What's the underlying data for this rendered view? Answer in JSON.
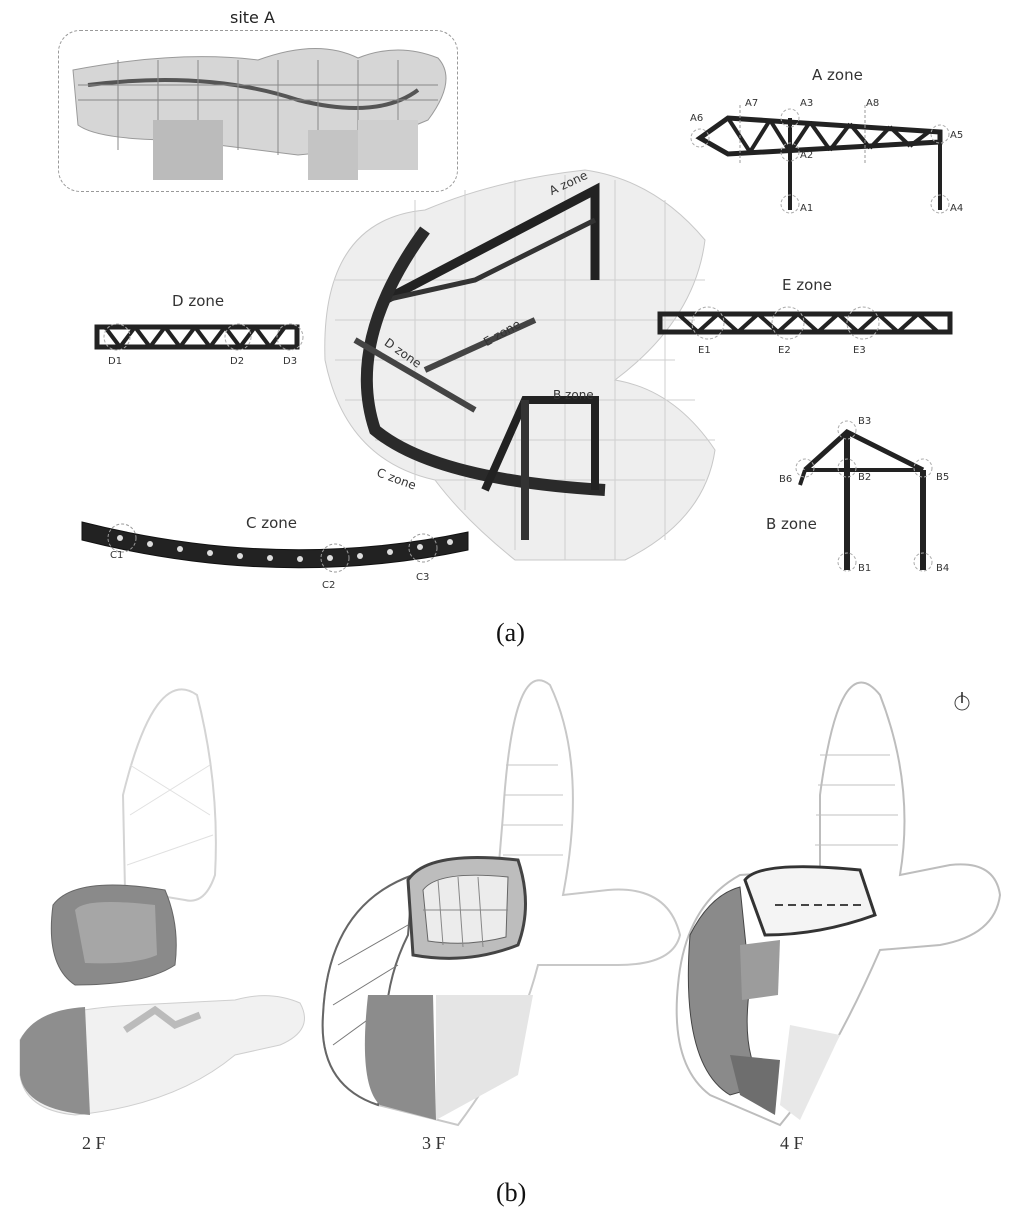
{
  "figure": {
    "panel_a": {
      "caption": "(a)",
      "site": {
        "title": "site A"
      },
      "zones": {
        "A": {
          "title": "A zone",
          "points": [
            "A1",
            "A2",
            "A3",
            "A4",
            "A5",
            "A6",
            "A7",
            "A8"
          ]
        },
        "B": {
          "title": "B zone",
          "points": [
            "B1",
            "B2",
            "B3",
            "B4",
            "B5",
            "B6"
          ]
        },
        "C": {
          "title": "C zone",
          "points": [
            "C1",
            "C2",
            "C3"
          ]
        },
        "D": {
          "title": "D zone",
          "points": [
            "D1",
            "D2",
            "D3"
          ]
        },
        "E": {
          "title": "E zone",
          "points": [
            "E1",
            "E2",
            "E3"
          ]
        }
      },
      "model_labels": [
        "A zone",
        "D zone",
        "E zone",
        "B zone",
        "C zone"
      ]
    },
    "panel_b": {
      "caption": "(b)",
      "floors": [
        "2 F",
        "3 F",
        "4 F"
      ]
    }
  }
}
